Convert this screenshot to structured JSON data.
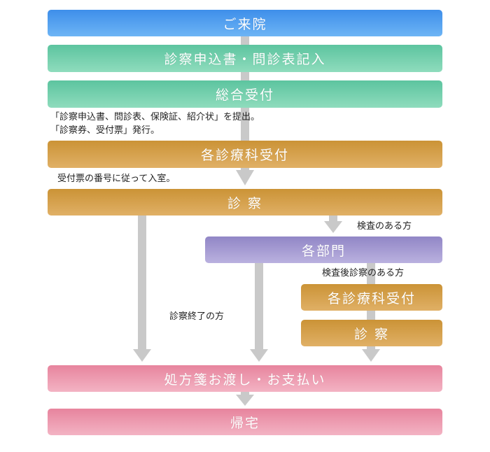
{
  "steps": {
    "visit": "ご来院",
    "fill_forms": "診察申込書・問診表記入",
    "general_reception": "総合受付",
    "dept_reception": "各診療科受付",
    "consultation": "診 察",
    "departments": "各部門",
    "dept_reception_2": "各診療科受付",
    "consultation_2": "診 察",
    "prescription_payment": "処方箋お渡し・お支払い",
    "go_home": "帰宅"
  },
  "notes": {
    "submit": "「診察申込書、問診表、保険証、紹介状」を提出。",
    "issue": "「診察券、受付票」発行。",
    "enter": "受付票の番号に従って入室。",
    "with_exam": "検査のある方",
    "exam_then_consult": "検査後診察のある方",
    "consult_done": "診察終了の方"
  },
  "colors": {
    "blue": "#4a9cee",
    "green": "#72cfac",
    "gold": "#d4a048",
    "purple": "#a59bd2",
    "pink": "#ec98ad",
    "arrow": "#c9c9c9"
  }
}
